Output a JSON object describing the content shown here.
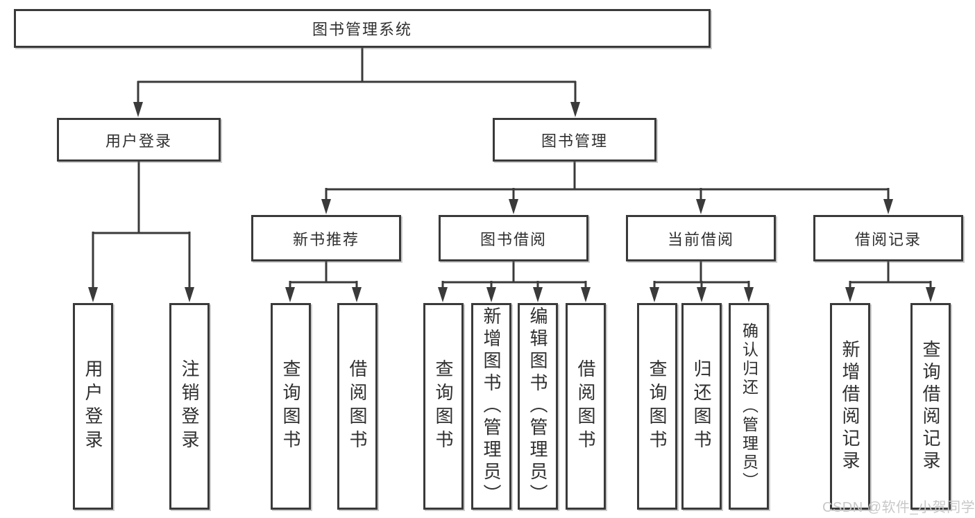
{
  "diagram": {
    "title": "图书管理系统",
    "branches": [
      {
        "label": "用户登录",
        "children": [
          {
            "label": "用户登录"
          },
          {
            "label": "注销登录"
          }
        ]
      },
      {
        "label": "图书管理",
        "children": [
          {
            "label": "新书推荐",
            "children": [
              {
                "label": "查询图书"
              },
              {
                "label": "借阅图书"
              }
            ]
          },
          {
            "label": "图书借阅",
            "children": [
              {
                "label": "查询图书"
              },
              {
                "label": "新增图书（管理员）"
              },
              {
                "label": "编辑图书（管理员）"
              },
              {
                "label": "借阅图书"
              }
            ]
          },
          {
            "label": "当前借阅",
            "children": [
              {
                "label": "查询图书"
              },
              {
                "label": "归还图书"
              },
              {
                "label": "确认归还（管理员）"
              }
            ]
          },
          {
            "label": "借阅记录",
            "children": [
              {
                "label": "新增借阅记录"
              },
              {
                "label": "查询借阅记录"
              }
            ]
          }
        ]
      }
    ]
  },
  "watermark": {
    "text": "CSDN @软件_小贺同学"
  },
  "colors": {
    "line": "#3a3a3a",
    "box_border": "#3a3a3a",
    "box_fill": "#ffffff",
    "text": "#2f2f2f",
    "watermark": "#c8c8c8",
    "background": "#ffffff"
  }
}
